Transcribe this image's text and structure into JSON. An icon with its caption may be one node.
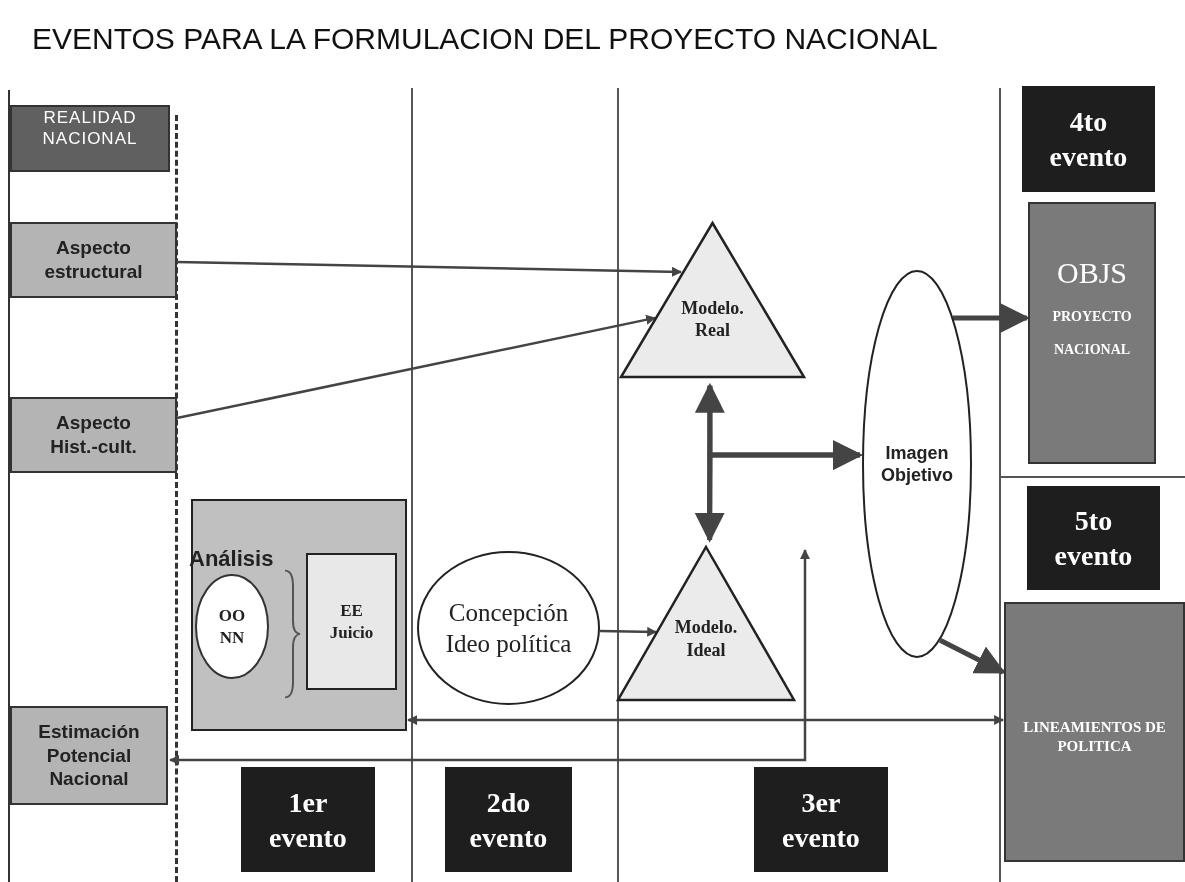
{
  "diagram": {
    "title": "EVENTOS PARA LA FORMULACION DEL PROYECTO NACIONAL",
    "nodes": [
      {
        "text": [
          "REALIDAD NACIONAL"
        ]
      },
      {
        "text": [
          "Aspecto estructural"
        ]
      },
      {
        "text": [
          "Aspecto Hist.-cult."
        ]
      },
      {
        "text": [
          "Estimación Potencial Nacional"
        ]
      },
      {
        "text": [
          "Análisis"
        ]
      },
      {
        "text": [
          "OO NN"
        ],
        "in": 4
      },
      {
        "text": [
          "EE Juicio"
        ],
        "in": 4
      },
      {
        "text": [
          "Concepción Ideo política"
        ]
      },
      {
        "text": [
          "Modelo. Real"
        ]
      },
      {
        "text": [
          "Modelo. Ideal"
        ]
      },
      {
        "text": [
          "Imagen Objetivo"
        ]
      },
      {
        "text": [
          "4to evento"
        ]
      },
      {
        "text": [
          "OBJS",
          "PROYECTO NACIONAL"
        ]
      },
      {
        "text": [
          "5to evento"
        ]
      },
      {
        "text": [
          "LINEAMIENTOS DE POLITICA"
        ]
      },
      {
        "text": [
          "1er evento"
        ]
      },
      {
        "text": [
          "2do evento"
        ]
      },
      {
        "text": [
          "3er evento"
        ]
      }
    ],
    "edges": [
      {
        "from": 1,
        "to": 8,
        "arrow": "to"
      },
      {
        "from": 2,
        "to": 8,
        "arrow": "to"
      },
      {
        "from": 7,
        "to": 9,
        "arrow": "to"
      },
      {
        "from": 8,
        "to": 9,
        "arrow": "both",
        "style": "thick"
      },
      {
        "from": 8,
        "to": 10,
        "arrow": "to",
        "style": "thick"
      },
      {
        "from": 9,
        "to": 10,
        "arrow": "to",
        "style": "thick"
      },
      {
        "from": 10,
        "to": 12,
        "arrow": "to",
        "style": "thick"
      },
      {
        "from": 10,
        "to": 14,
        "arrow": "to",
        "style": "thick"
      },
      {
        "from": 4,
        "to": 14,
        "arrow": "both"
      },
      {
        "from": 3,
        "to": null,
        "arrow": "both"
      }
    ]
  }
}
